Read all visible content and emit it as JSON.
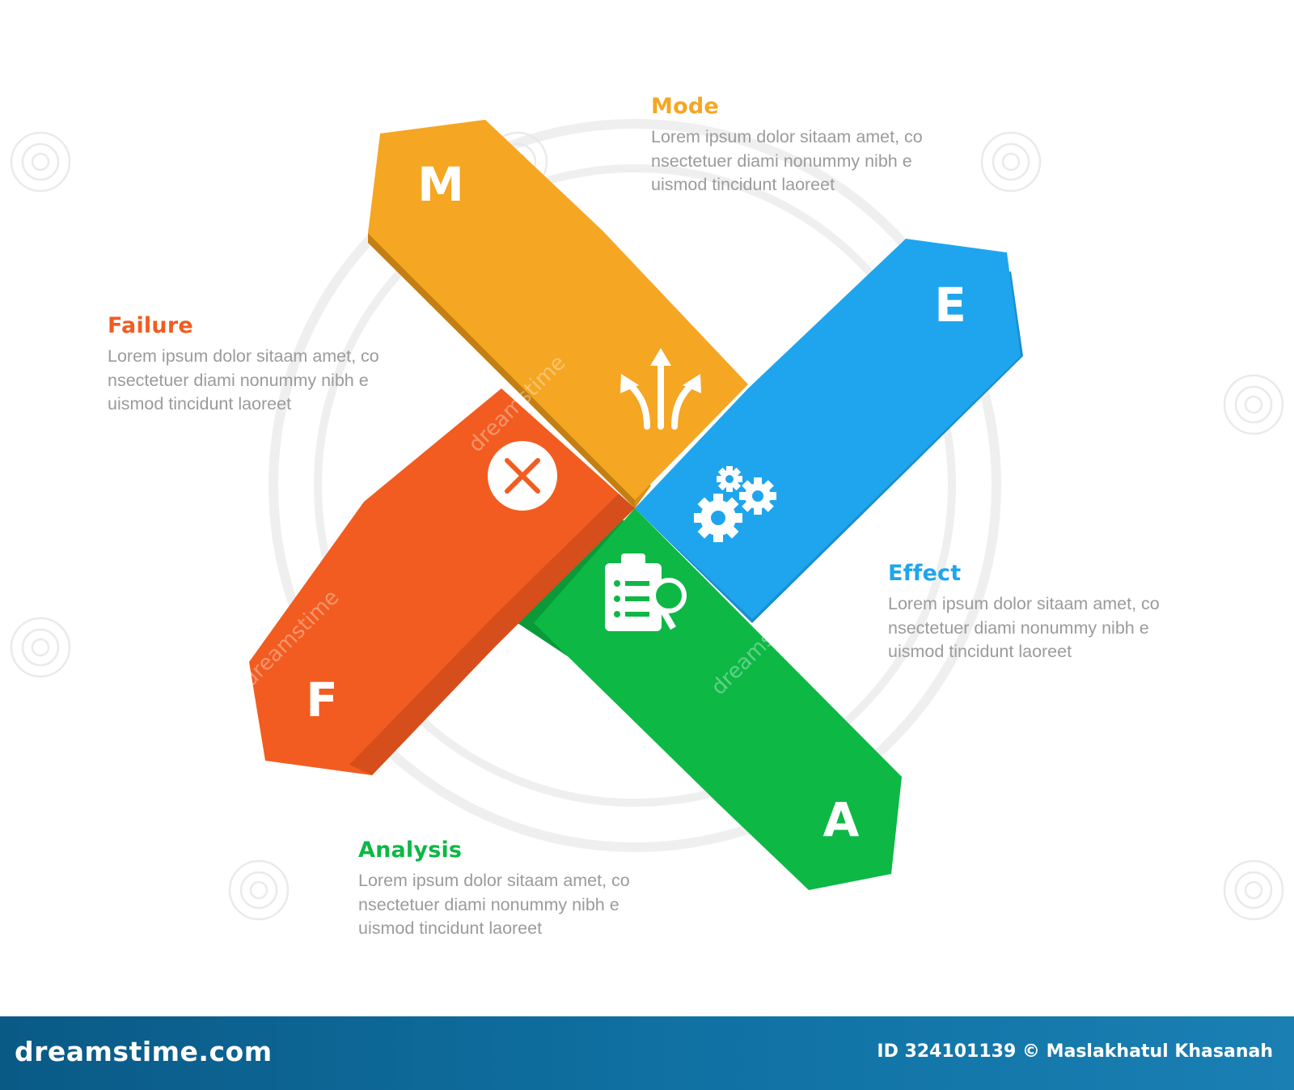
{
  "colors": {
    "orange": "#F5A623",
    "orange_dark": "#D88E17",
    "blue": "#1FA5EE",
    "blue_dark": "#1A8ED0",
    "red": "#F25C20",
    "red_dark": "#D64E1B",
    "green": "#0DB845",
    "green_dark": "#0A9A3A",
    "body_text": "#9B9B9B",
    "ring": "#EFEFEF"
  },
  "bars": [
    {
      "id": "mode",
      "letter": "M",
      "icon": "branching-arrows-icon"
    },
    {
      "id": "effect",
      "letter": "E",
      "icon": "gears-icon"
    },
    {
      "id": "failure",
      "letter": "F",
      "icon": "x-circle-icon"
    },
    {
      "id": "analysis",
      "letter": "A",
      "icon": "clipboard-search-icon"
    }
  ],
  "sections": {
    "mode": {
      "title": "Mode",
      "text": "Lorem ipsum dolor sitaam amet, co\nnsectetuer diami nonummy  nibh e\nuismod tincidunt laoreet"
    },
    "failure": {
      "title": "Failure",
      "text": "Lorem ipsum dolor sitaam amet, co\nnsectetuer diami nonummy  nibh e\nuismod tincidunt laoreet"
    },
    "effect": {
      "title": "Effect",
      "text": "Lorem ipsum dolor sitaam amet, co\nnsectetuer diami nonummy  nibh e\nuismod tincidunt laoreet"
    },
    "analysis": {
      "title": "Analysis",
      "text": "Lorem ipsum dolor sitaam amet, co\nnsectetuer diami nonummy  nibh e\nuismod tincidunt laoreet"
    }
  },
  "footer": {
    "brand": "dreamstime.com",
    "credit": "ID 324101139 © Maslakhatul Khasanah"
  }
}
